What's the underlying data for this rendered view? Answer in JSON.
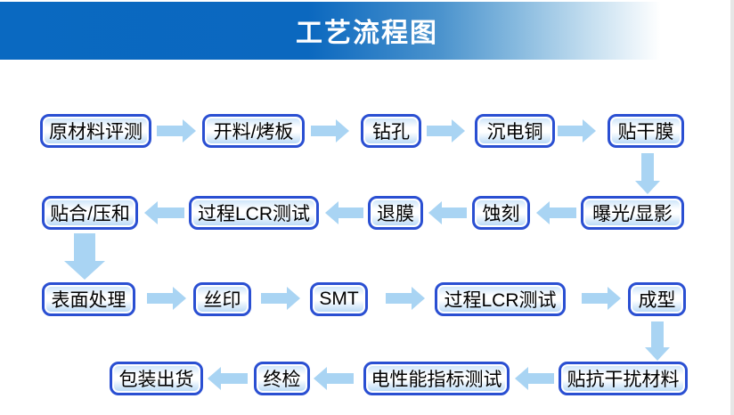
{
  "header": {
    "title": "工艺流程图"
  },
  "colors": {
    "header_blue": "#0a69c1",
    "title_color": "#ffffff",
    "node_border": "#2a4fd2",
    "node_fill_top": "#c6e1f9",
    "node_fill_bottom": "#b0d4f5",
    "arrow": "#a9d4f3"
  },
  "flow": {
    "rows": [
      {
        "direction": "right",
        "nodes": [
          {
            "label": "原材料评测"
          },
          {
            "label": "开料/烤板"
          },
          {
            "label": "钻孔"
          },
          {
            "label": "沉电铜"
          },
          {
            "label": "贴干膜"
          }
        ]
      },
      {
        "direction": "left",
        "nodes": [
          {
            "label": "贴合/压和"
          },
          {
            "label": "过程LCR测试"
          },
          {
            "label": "退膜"
          },
          {
            "label": "蚀刻"
          },
          {
            "label": "曝光/显影"
          }
        ]
      },
      {
        "direction": "right",
        "nodes": [
          {
            "label": "表面处理"
          },
          {
            "label": "丝印"
          },
          {
            "label": "SMT"
          },
          {
            "label": "过程LCR测试"
          },
          {
            "label": "成型"
          }
        ]
      },
      {
        "direction": "left",
        "nodes": [
          {
            "label": "包装出货"
          },
          {
            "label": "终检"
          },
          {
            "label": "电性能指标测试"
          },
          {
            "label": "贴抗干扰材料"
          }
        ]
      }
    ]
  }
}
